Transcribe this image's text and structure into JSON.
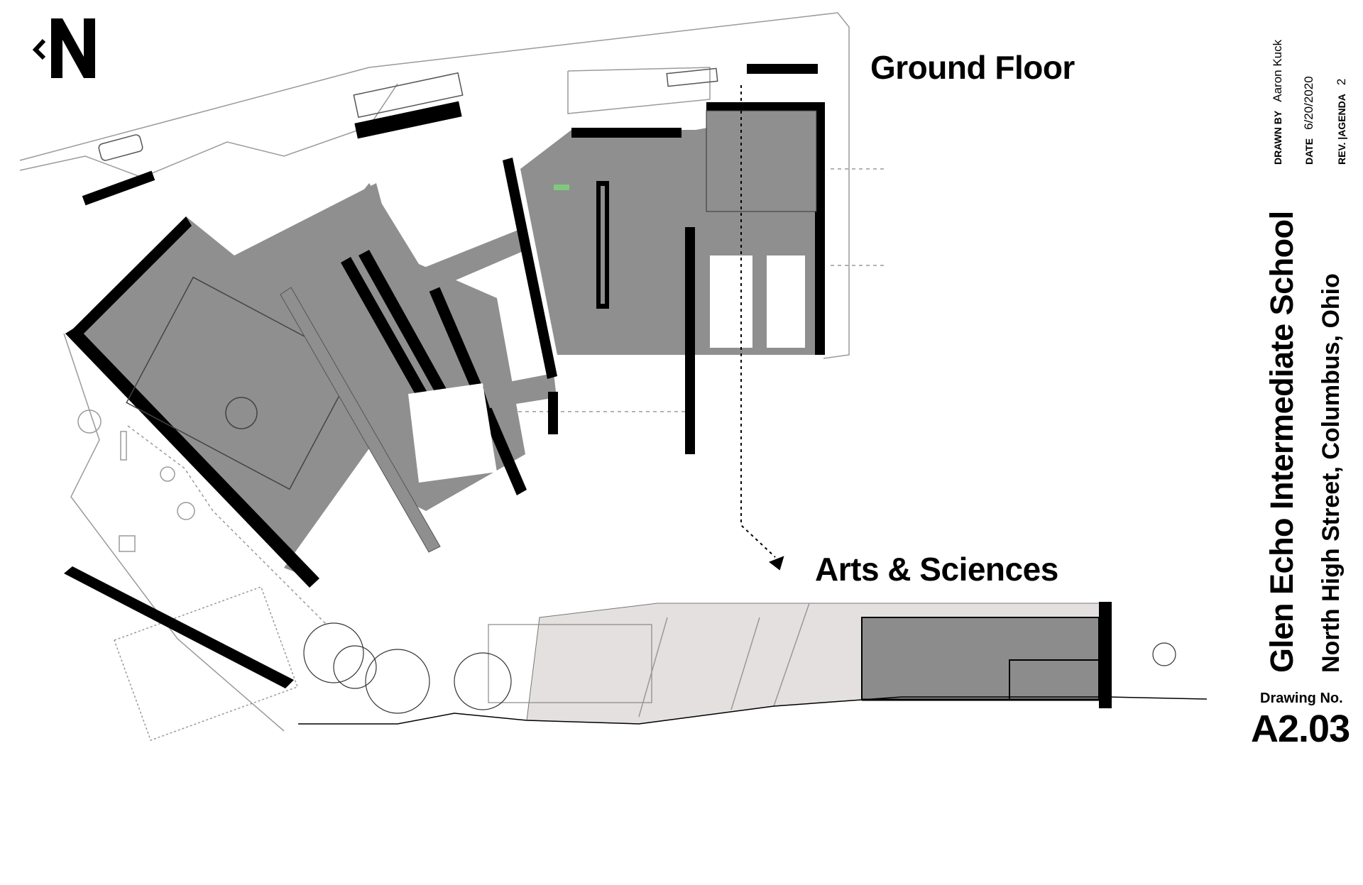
{
  "titles": {
    "ground_floor": "Ground Floor",
    "arts_sciences": "Arts & Sciences"
  },
  "title_block": {
    "school_name": "Glen Echo Intermediate School",
    "address": "North High Street, Columbus, Ohio",
    "drawn_by_label": "DRAWN BY",
    "drawn_by_value": "Aaron Kuck",
    "date_label": "DATE",
    "date_value": "6/20/2020",
    "rev_label": "REV. |AGENDA",
    "rev_value": "2",
    "drawing_no_label": "Drawing No.",
    "drawing_no": "A2.03"
  },
  "icons": {
    "north_arrow": "north-arrow-icon"
  },
  "colors": {
    "floor_fill": "#8f8f8f",
    "wall": "#000000",
    "section_fill": "#e3e0df",
    "section_interior": "#8c8c8c",
    "site_line": "#9a9a9a"
  }
}
